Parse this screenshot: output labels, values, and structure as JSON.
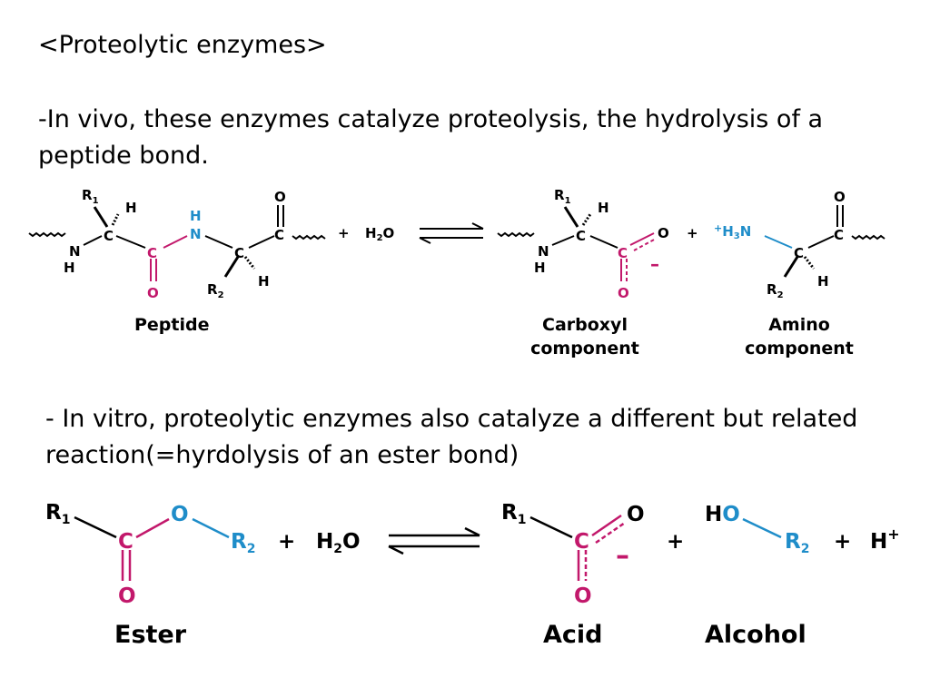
{
  "slide": {
    "heading": "<Proteolytic enzymes>",
    "para1": "-In vivo, these enzymes catalyze proteolysis, the hydrolysis of a peptide bond.",
    "para2": "- In vitro, proteolytic enzymes also catalyze a different but related reaction(=hyrdolysis of an ester bond)"
  },
  "colors": {
    "magenta": "#c2186b",
    "blue": "#1f8dc9",
    "black": "#000000"
  },
  "scheme1": {
    "peptide": {
      "r1": "R",
      "r1_sub": "1",
      "h_top": "H",
      "c_alpha1": "C",
      "nh_n": "N",
      "nh_h": "H",
      "c_carbonyl": "C",
      "o_carbonyl": "O",
      "n_amide": "N",
      "h_amide": "H",
      "c_alpha2": "C",
      "r2": "R",
      "r2_sub": "2",
      "h_bottom": "H",
      "c_right": "C",
      "o_right": "O"
    },
    "plus1": "+",
    "water": {
      "h": "H",
      "sub": "2",
      "o": "O"
    },
    "carboxyl": {
      "r1": "R",
      "r1_sub": "1",
      "h_top": "H",
      "c_alpha": "C",
      "nh_n": "N",
      "nh_h": "H",
      "c_carboxyl": "C",
      "o_top": "O",
      "o_bottom": "O",
      "charge": "–"
    },
    "plus2": "+",
    "amino": {
      "charge": "+",
      "h3": "H",
      "h3_sub": "3",
      "n": "N",
      "c_alpha": "C",
      "r2": "R",
      "r2_sub": "2",
      "h_bottom": "H",
      "c_right": "C",
      "o_top": "O"
    },
    "captions": {
      "peptide": "Peptide",
      "carboxyl_line1": "Carboxyl",
      "carboxyl_line2": "component",
      "amino_line1": "Amino",
      "amino_line2": "component"
    }
  },
  "scheme2": {
    "ester": {
      "r1": "R",
      "r1_sub": "1",
      "c": "C",
      "o_bottom": "O",
      "o_ester": "O",
      "r2": "R",
      "r2_sub": "2"
    },
    "plus1": "+",
    "water": {
      "h": "H",
      "sub": "2",
      "o": "O"
    },
    "acid": {
      "r1": "R",
      "r1_sub": "1",
      "c": "C",
      "o_top": "O",
      "o_bottom": "O",
      "charge": "–"
    },
    "plus2": "+",
    "alcohol": {
      "h": "H",
      "o": "O",
      "r2": "R",
      "r2_sub": "2"
    },
    "plus3": "+",
    "proton": {
      "h": "H",
      "charge": "+"
    },
    "captions": {
      "ester": "Ester",
      "acid": "Acid",
      "alcohol": "Alcohol"
    }
  }
}
